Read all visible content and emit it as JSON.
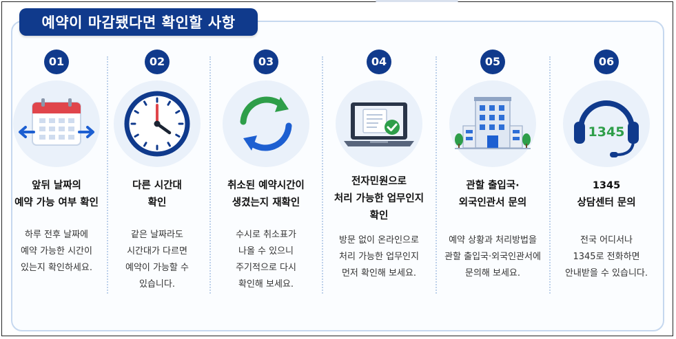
{
  "page": {
    "title": "예약이 마감됐다면 확인할 사항"
  },
  "steps": [
    {
      "num": "01",
      "icon": "calendar-icon",
      "heading": "앞뒤 날짜의\n예약 가능 여부 확인",
      "desc": "하루 전후 날짜에\n예약 가능한 시간이\n있는지 확인하세요."
    },
    {
      "num": "02",
      "icon": "clock-icon",
      "heading": "다른 시간대\n확인",
      "desc": "같은 날짜라도\n시간대가 다르면\n예약이 가능할 수\n있습니다."
    },
    {
      "num": "03",
      "icon": "refresh-icon",
      "heading": "취소된 예약시간이\n생겼는지 재확인",
      "desc": "수시로 취소표가\n나올 수 있으니\n주기적으로 다시\n확인해 보세요."
    },
    {
      "num": "04",
      "icon": "laptop-check-icon",
      "heading": "전자민원으로\n처리 가능한 업무인지\n확인",
      "desc": "방문 없이 온라인으로\n처리 가능한 업무인지\n먼저 확인해 보세요."
    },
    {
      "num": "05",
      "icon": "office-building-icon",
      "heading": "관할 출입국·\n외국인관서 문의",
      "desc": "예약 상황과 처리방법을\n관할 출입국·외국인관서에\n문의해 보세요."
    },
    {
      "num": "06",
      "icon": "headset-icon",
      "icon_text": "1345",
      "heading": "1345\n상담센터 문의",
      "desc": "전국 어디서나\n1345로 전화하면\n안내받을 수 있습니다."
    }
  ],
  "colors": {
    "navy": "#103a8c",
    "icon_bg": "#eaf1fa",
    "green": "#2e9e49",
    "blue": "#1d5fd1",
    "red": "#e0454b"
  }
}
